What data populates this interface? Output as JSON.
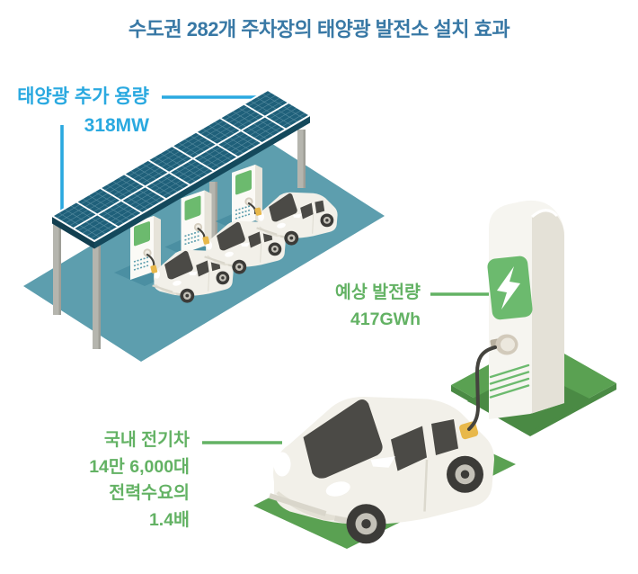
{
  "title": {
    "text": "수도권 282개 주차장의 태양광 발전소 설치 효과",
    "color": "#3878a5"
  },
  "labels": {
    "solar_capacity": {
      "line1": "태양광 추가 용량",
      "value": "318MW",
      "color": "#2aa9e0"
    },
    "expected_generation": {
      "line1": "예상 발전량",
      "value": "417GWh",
      "color": "#63b264"
    },
    "ev_demand": {
      "line1": "국내 전기차",
      "line2": "14만 6,000대",
      "line3": "전력수요의",
      "line4": "1.4배",
      "color": "#63b264"
    }
  },
  "statistics": {
    "region": "수도권",
    "parking_lots": "282개",
    "added_solar_capacity": "318MW",
    "expected_generation": "417GWh",
    "domestic_ev_count": "14만 6,000대",
    "power_demand_multiple": "1.4배"
  },
  "icons": {
    "charger_screen": "lightning-bolt-icon"
  },
  "colors": {
    "title_blue": "#3878a5",
    "label_blue": "#2aa9e0",
    "label_green": "#63b264",
    "panel_teal": "#1f607a",
    "platform_teal": "#5d9eae",
    "pad_teal_dark": "#4b8fa2",
    "pad_green": "#5aa152",
    "pad_green_dark": "#4a8a44",
    "charger_screen_green": "#6cba6e",
    "car_body": "#f2f0e9",
    "window_dark": "#4b4a46",
    "port_yellow": "#e8b84b"
  }
}
